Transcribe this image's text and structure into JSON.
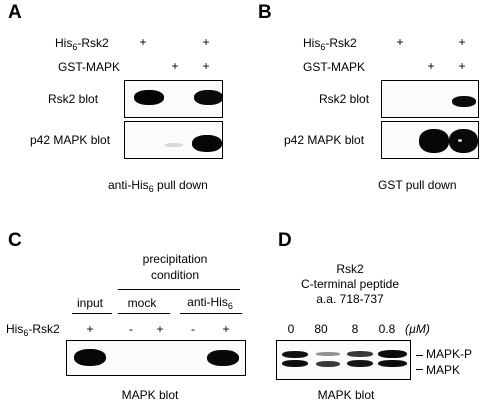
{
  "panels": {
    "A": {
      "letter": "A",
      "row1_label": "His",
      "row1_sub": "6",
      "row1_suffix": "-Rsk2",
      "row1_marks": [
        "+",
        "",
        "+"
      ],
      "row2_label": "GST-MAPK",
      "row2_marks": [
        "",
        "+",
        "+"
      ],
      "blot1_label": "Rsk2 blot",
      "blot2_label": "p42 MAPK blot",
      "caption_pre": "anti-His",
      "caption_sub": "6",
      "caption_post": " pull down"
    },
    "B": {
      "letter": "B",
      "row1_label": "His",
      "row1_sub": "6",
      "row1_suffix": "-Rsk2",
      "row1_marks": [
        "+",
        "",
        "+"
      ],
      "row2_label": "GST-MAPK",
      "row2_marks": [
        "",
        "+",
        "+"
      ],
      "blot1_label": "Rsk2 blot",
      "blot2_label": "p42 MAPK blot",
      "caption": "GST pull down"
    },
    "C": {
      "letter": "C",
      "header_line1": "precipitation",
      "header_line2": "condition",
      "col_input": "input",
      "col_mock": "mock",
      "col_anti_pre": "anti-His",
      "col_anti_sub": "6",
      "row_label": "His",
      "row_sub": "6",
      "row_suffix": "-Rsk2",
      "row_marks": [
        "+",
        "-",
        "+",
        "-",
        "+"
      ],
      "caption": "MAPK blot"
    },
    "D": {
      "letter": "D",
      "title_line1": "Rsk2",
      "title_line2": "C-terminal peptide",
      "title_line3": "a.a. 718-737",
      "concentrations": [
        "0",
        "80",
        "8",
        "0.8"
      ],
      "unit": "(µM)",
      "band_label_upper": "MAPK-P",
      "band_label_lower": "MAPK",
      "caption": "MAPK blot"
    }
  }
}
